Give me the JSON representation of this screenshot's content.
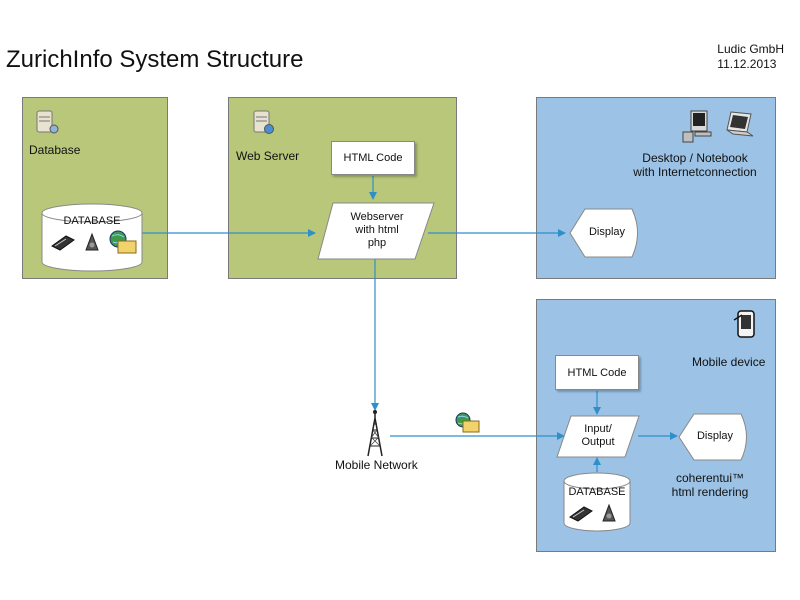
{
  "title": "ZurichInfo System Structure",
  "company": "Ludic GmbH",
  "date": "11.12.2013",
  "panels": {
    "database": {
      "label": "Database",
      "cylinder_label": "DATABASE"
    },
    "webserver": {
      "label": "Web Server",
      "html_code": "HTML Code",
      "webserver_lines": [
        "Webserver",
        "with html",
        "php"
      ]
    },
    "desktop": {
      "label_line1": "Desktop / Notebook",
      "label_line2": "with Internetconnection",
      "display": "Display"
    },
    "mobile": {
      "label": "Mobile device",
      "html_code": "HTML Code",
      "input_output_line1": "Input/",
      "input_output_line2": "Output",
      "display": "Display",
      "rendering_line1": "coherentui™",
      "rendering_line2": "html rendering",
      "cylinder_label": "DATABASE"
    }
  },
  "mobile_network": {
    "label": "Mobile Network"
  },
  "colors": {
    "green_panel": "#b8c77a",
    "blue_panel": "#9cc3e6",
    "arrow": "#2e8fc9"
  },
  "icons": [
    "server-icon",
    "scanner-icon",
    "speaker-icon",
    "globe-folder-icon",
    "desktop-computer-icon",
    "notebook-icon",
    "mobile-phone-icon",
    "antenna-tower-icon"
  ]
}
